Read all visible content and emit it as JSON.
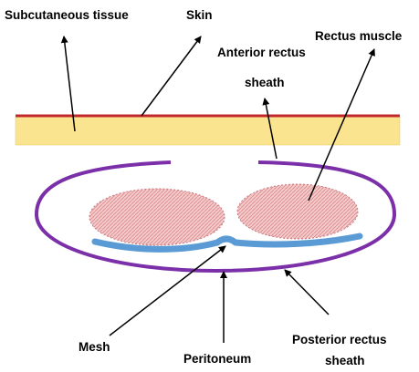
{
  "labels": {
    "subcutaneous_tissue": "Subcutaneous tissue",
    "skin": "Skin",
    "anterior_rectus_sheath_line1": "Anterior rectus",
    "anterior_rectus_sheath_line2": "sheath",
    "rectus_muscle": "Rectus muscle",
    "mesh": "Mesh",
    "peritoneum": "Peritoneum",
    "posterior_rectus_sheath_line1": "Posterior rectus",
    "posterior_rectus_sheath_line2": "sheath"
  },
  "colors": {
    "skin_line": "#c0282e",
    "subcutaneous_fill": "#fbe48f",
    "sheath_outline": "#7b2fa8",
    "muscle_fill": "#f3c9c9",
    "muscle_hatch": "#d9898c",
    "mesh": "#5b9bd5",
    "arrow": "#000000"
  }
}
